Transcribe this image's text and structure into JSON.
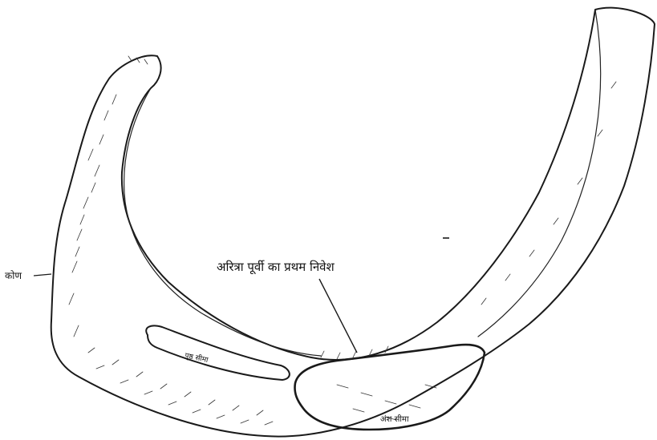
{
  "diagram": {
    "labels": {
      "left": "कोण",
      "leader": "अरित्रा पूर्वी का प्रथम निवेश",
      "groove_left": "पृष्ठ सीमा",
      "groove_right": "अंश सीमा"
    }
  }
}
